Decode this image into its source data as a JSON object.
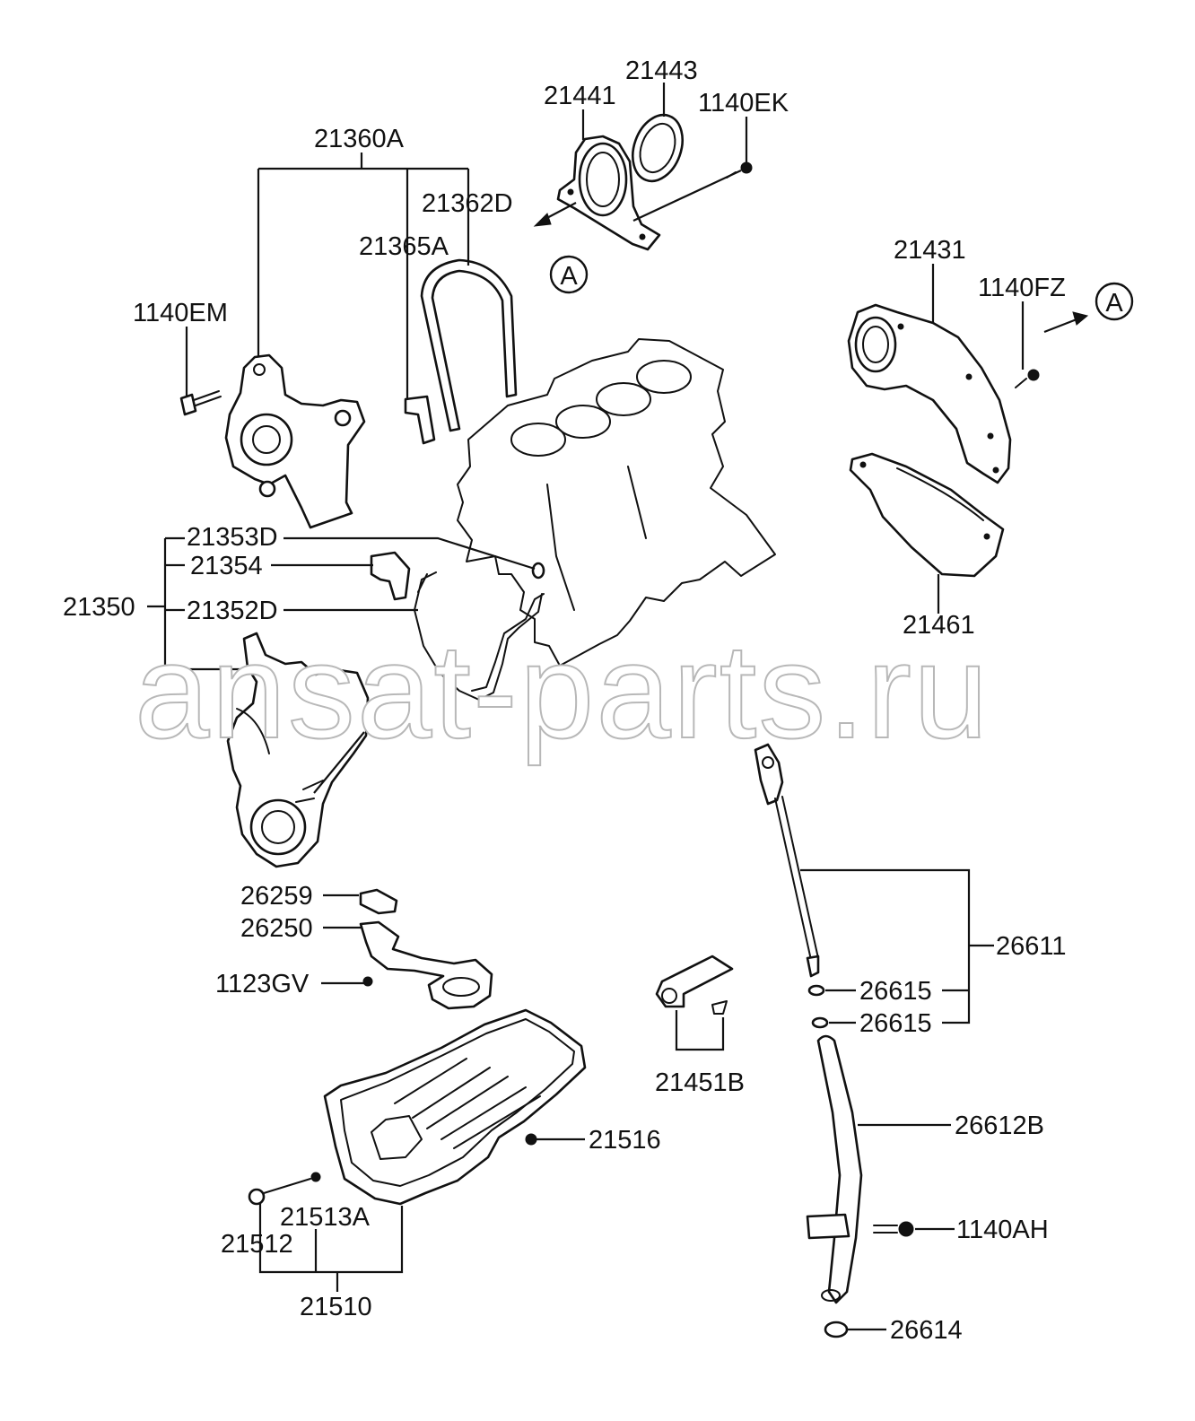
{
  "watermark": "ansat-parts.ru",
  "callouts": {
    "c21443": "21443",
    "c21441": "21441",
    "c1140EK": "1140EK",
    "c21360A": "21360A",
    "c21362D": "21362D",
    "c21365A": "21365A",
    "c1140EM": "1140EM",
    "c21431": "21431",
    "c1140FZ": "1140FZ",
    "c21353D": "21353D",
    "c21354": "21354",
    "c21350": "21350",
    "c21352D": "21352D",
    "c21461": "21461",
    "c26259": "26259",
    "c26250": "26250",
    "c1123GV": "1123GV",
    "c26611": "26611",
    "c26615a": "26615",
    "c26615b": "26615",
    "c21451B": "21451B",
    "c21516": "21516",
    "c26612B": "26612B",
    "c21513A": "21513A",
    "c1140AH": "1140AH",
    "c21512": "21512",
    "c21510": "21510",
    "c26614": "26614"
  },
  "reference_marks": {
    "ref_left": "A",
    "ref_right": "A"
  }
}
